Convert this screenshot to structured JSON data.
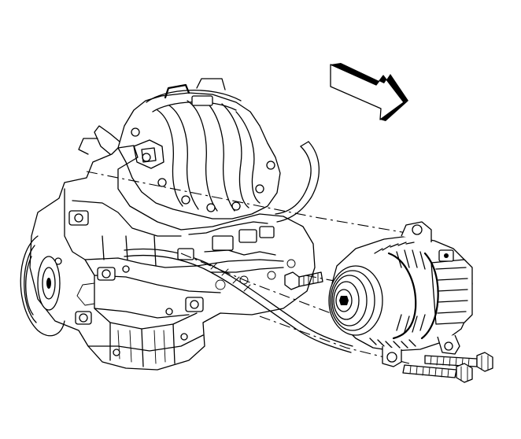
{
  "figure": {
    "parts": [
      {
        "name": "engine-block"
      },
      {
        "name": "intake-manifold"
      },
      {
        "name": "crankshaft-pulley"
      },
      {
        "name": "generator"
      },
      {
        "name": "generator-pulley"
      },
      {
        "name": "front-mount-bolt"
      },
      {
        "name": "rear-mount-bolt-upper"
      },
      {
        "name": "rear-mount-bolt-lower"
      },
      {
        "name": "vehicle-front-direction-arrow"
      }
    ]
  }
}
